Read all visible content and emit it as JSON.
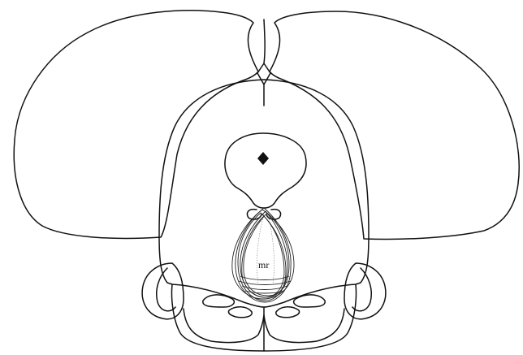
{
  "figure": {
    "label_mr": "mr"
  },
  "colors": {
    "line": "#111111",
    "background": "#ffffff"
  },
  "structures": [
    "left-cerebral-hemisphere",
    "right-cerebral-hemisphere",
    "midbrain",
    "cerebral-aqueduct",
    "median-raphe-lesion-outlines",
    "left-cerebellar-lobe",
    "right-cerebellar-lobe",
    "pons"
  ]
}
